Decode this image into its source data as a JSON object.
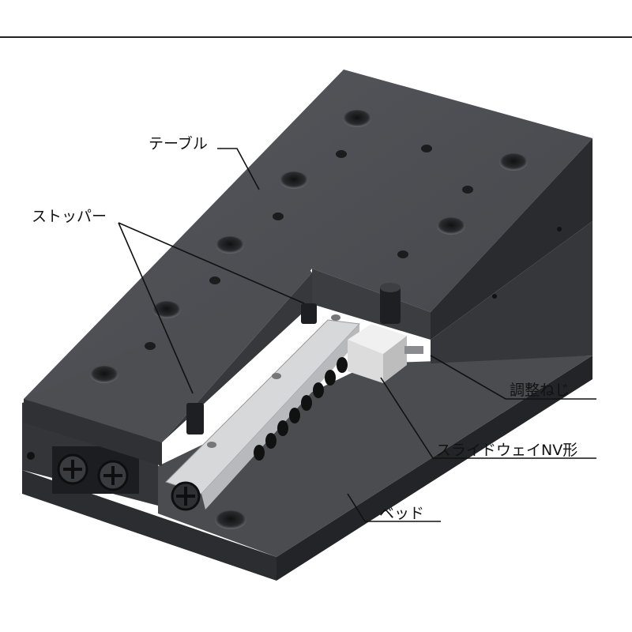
{
  "labels": {
    "table": "テーブル",
    "stopper": "ストッパー",
    "adjust_screw": "調整ねじ",
    "slideway": "スライドウェイNV形",
    "bed": "ベッド"
  },
  "colors": {
    "body_top": "#4b4d52",
    "body_side": "#2e3034",
    "body_dark": "#1f2023",
    "rail": "#d9dadc",
    "block": "#e8e8e8",
    "line": "#111111"
  },
  "icons": [
    "screw-head-icon",
    "counterbore-hole-icon",
    "roller-icon"
  ]
}
